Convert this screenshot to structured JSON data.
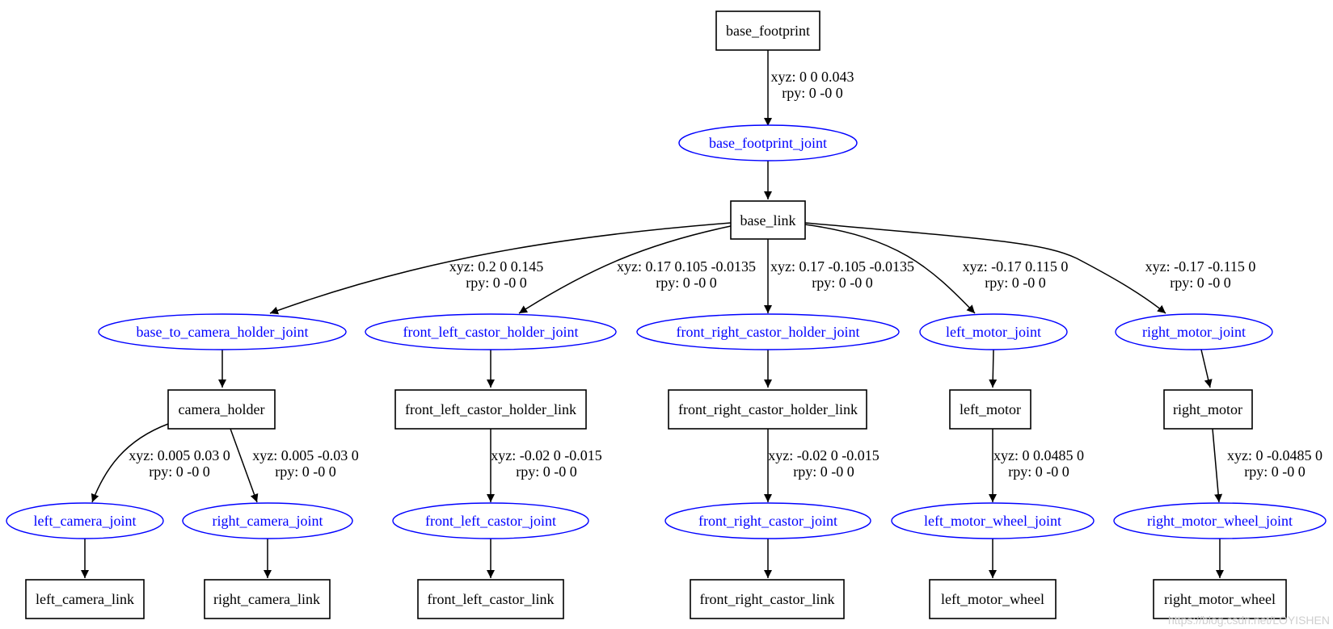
{
  "colors": {
    "link_stroke": "#000000",
    "joint_stroke": "#0000ff",
    "joint_text": "#0000ff",
    "background": "#ffffff"
  },
  "nodes": {
    "base_footprint": {
      "kind": "link",
      "label": "base_footprint"
    },
    "base_footprint_joint": {
      "kind": "joint",
      "label": "base_footprint_joint"
    },
    "base_link": {
      "kind": "link",
      "label": "base_link"
    },
    "base_to_camera_holder_joint": {
      "kind": "joint",
      "label": "base_to_camera_holder_joint"
    },
    "front_left_castor_holder_joint": {
      "kind": "joint",
      "label": "front_left_castor_holder_joint"
    },
    "front_right_castor_holder_joint": {
      "kind": "joint",
      "label": "front_right_castor_holder_joint"
    },
    "left_motor_joint": {
      "kind": "joint",
      "label": "left_motor_joint"
    },
    "right_motor_joint": {
      "kind": "joint",
      "label": "right_motor_joint"
    },
    "camera_holder": {
      "kind": "link",
      "label": "camera_holder"
    },
    "front_left_castor_holder_link": {
      "kind": "link",
      "label": "front_left_castor_holder_link"
    },
    "front_right_castor_holder_link": {
      "kind": "link",
      "label": "front_right_castor_holder_link"
    },
    "left_motor": {
      "kind": "link",
      "label": "left_motor"
    },
    "right_motor": {
      "kind": "link",
      "label": "right_motor"
    },
    "left_camera_joint": {
      "kind": "joint",
      "label": "left_camera_joint"
    },
    "right_camera_joint": {
      "kind": "joint",
      "label": "right_camera_joint"
    },
    "front_left_castor_joint": {
      "kind": "joint",
      "label": "front_left_castor_joint"
    },
    "front_right_castor_joint": {
      "kind": "joint",
      "label": "front_right_castor_joint"
    },
    "left_motor_wheel_joint": {
      "kind": "joint",
      "label": "left_motor_wheel_joint"
    },
    "right_motor_wheel_joint": {
      "kind": "joint",
      "label": "right_motor_wheel_joint"
    },
    "left_camera_link": {
      "kind": "link",
      "label": "left_camera_link"
    },
    "right_camera_link": {
      "kind": "link",
      "label": "right_camera_link"
    },
    "front_left_castor_link": {
      "kind": "link",
      "label": "front_left_castor_link"
    },
    "front_right_castor_link": {
      "kind": "link",
      "label": "front_right_castor_link"
    },
    "left_motor_wheel": {
      "kind": "link",
      "label": "left_motor_wheel"
    },
    "right_motor_wheel": {
      "kind": "link",
      "label": "right_motor_wheel"
    }
  },
  "edges": {
    "base_footprint__base_footprint_joint": {
      "from": "base_footprint",
      "to": "base_footprint_joint",
      "xyz": "xyz: 0 0 0.043",
      "rpy": "rpy: 0 -0 0"
    },
    "base_footprint_joint__base_link": {
      "from": "base_footprint_joint",
      "to": "base_link"
    },
    "base_link__base_to_camera_holder_joint": {
      "from": "base_link",
      "to": "base_to_camera_holder_joint",
      "xyz": "xyz: 0.2 0 0.145",
      "rpy": "rpy: 0 -0 0"
    },
    "base_link__front_left_castor_holder_joint": {
      "from": "base_link",
      "to": "front_left_castor_holder_joint",
      "xyz": "xyz: 0.17 0.105 -0.0135",
      "rpy": "rpy: 0 -0 0"
    },
    "base_link__front_right_castor_holder_joint": {
      "from": "base_link",
      "to": "front_right_castor_holder_joint",
      "xyz": "xyz: 0.17 -0.105 -0.0135",
      "rpy": "rpy: 0 -0 0"
    },
    "base_link__left_motor_joint": {
      "from": "base_link",
      "to": "left_motor_joint",
      "xyz": "xyz: -0.17 0.115 0",
      "rpy": "rpy: 0 -0 0"
    },
    "base_link__right_motor_joint": {
      "from": "base_link",
      "to": "right_motor_joint",
      "xyz": "xyz: -0.17 -0.115 0",
      "rpy": "rpy: 0 -0 0"
    },
    "base_to_camera_holder_joint__camera_holder": {
      "from": "base_to_camera_holder_joint",
      "to": "camera_holder"
    },
    "front_left_castor_holder_joint__front_left_castor_holder_link": {
      "from": "front_left_castor_holder_joint",
      "to": "front_left_castor_holder_link"
    },
    "front_right_castor_holder_joint__front_right_castor_holder_link": {
      "from": "front_right_castor_holder_joint",
      "to": "front_right_castor_holder_link"
    },
    "left_motor_joint__left_motor": {
      "from": "left_motor_joint",
      "to": "left_motor"
    },
    "right_motor_joint__right_motor": {
      "from": "right_motor_joint",
      "to": "right_motor"
    },
    "camera_holder__left_camera_joint": {
      "from": "camera_holder",
      "to": "left_camera_joint",
      "xyz": "xyz: 0.005 0.03 0",
      "rpy": "rpy: 0 -0 0"
    },
    "camera_holder__right_camera_joint": {
      "from": "camera_holder",
      "to": "right_camera_joint",
      "xyz": "xyz: 0.005 -0.03 0",
      "rpy": "rpy: 0 -0 0"
    },
    "front_left_castor_holder_link__front_left_castor_joint": {
      "from": "front_left_castor_holder_link",
      "to": "front_left_castor_joint",
      "xyz": "xyz: -0.02 0 -0.015",
      "rpy": "rpy: 0 -0 0"
    },
    "front_right_castor_holder_link__front_right_castor_joint": {
      "from": "front_right_castor_holder_link",
      "to": "front_right_castor_joint",
      "xyz": "xyz: -0.02 0 -0.015",
      "rpy": "rpy: 0 -0 0"
    },
    "left_motor__left_motor_wheel_joint": {
      "from": "left_motor",
      "to": "left_motor_wheel_joint",
      "xyz": "xyz: 0 0.0485 0",
      "rpy": "rpy: 0 -0 0"
    },
    "right_motor__right_motor_wheel_joint": {
      "from": "right_motor",
      "to": "right_motor_wheel_joint",
      "xyz": "xyz: 0 -0.0485 0",
      "rpy": "rpy: 0 -0 0"
    },
    "left_camera_joint__left_camera_link": {
      "from": "left_camera_joint",
      "to": "left_camera_link"
    },
    "right_camera_joint__right_camera_link": {
      "from": "right_camera_joint",
      "to": "right_camera_link"
    },
    "front_left_castor_joint__front_left_castor_link": {
      "from": "front_left_castor_joint",
      "to": "front_left_castor_link"
    },
    "front_right_castor_joint__front_right_castor_link": {
      "from": "front_right_castor_joint",
      "to": "front_right_castor_link"
    },
    "left_motor_wheel_joint__left_motor_wheel": {
      "from": "left_motor_wheel_joint",
      "to": "left_motor_wheel"
    },
    "right_motor_wheel_joint__right_motor_wheel": {
      "from": "right_motor_wheel_joint",
      "to": "right_motor_wheel"
    }
  },
  "watermark": "https://blog.csdn.net/LOYISHEN"
}
